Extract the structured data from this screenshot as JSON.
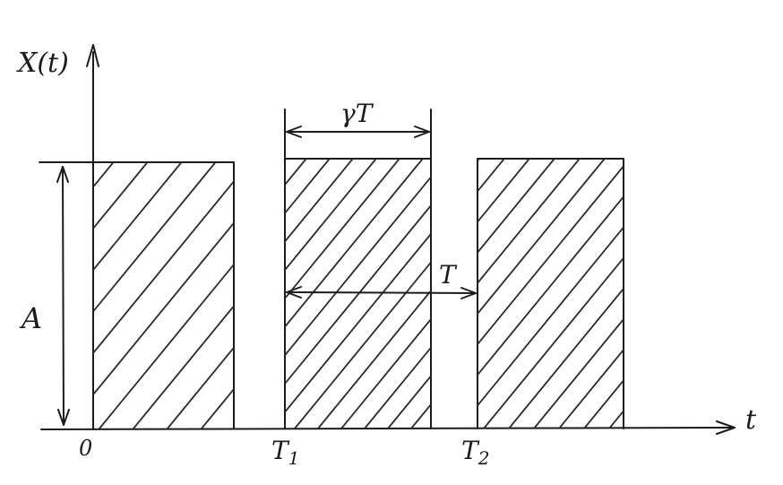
{
  "labels": {
    "y_axis": "X(t)",
    "x_axis": "t",
    "amplitude": "A",
    "origin": "0",
    "t1": "T",
    "t1_sub": "1",
    "t2": "T",
    "t2_sub": "2",
    "pulse_width": "γT",
    "period": "T"
  },
  "colors": {
    "ink": "#1c1c1c",
    "paper": "#ffffff"
  }
}
